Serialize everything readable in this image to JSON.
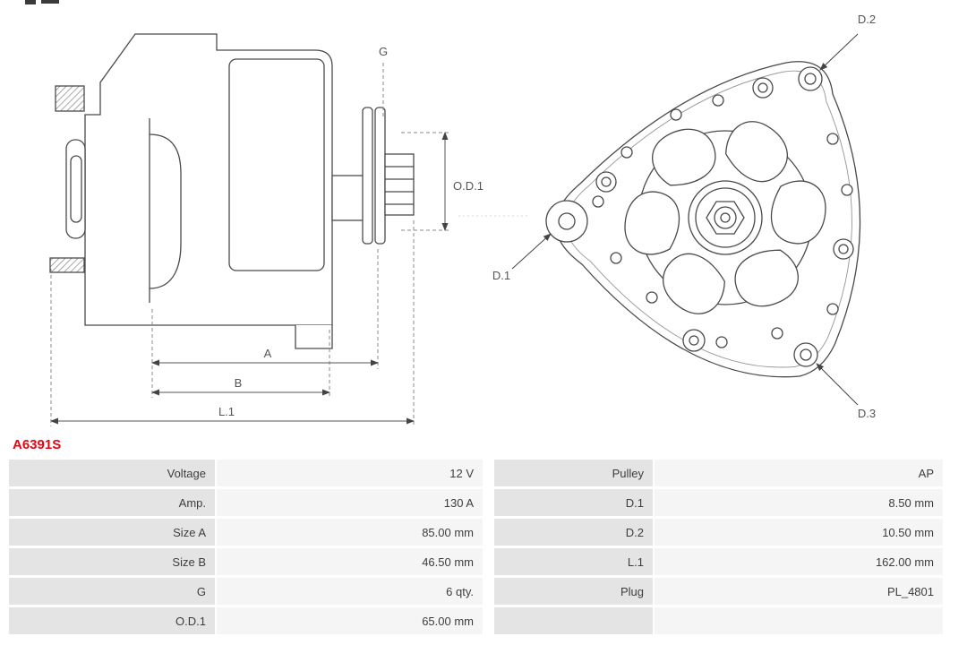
{
  "part_number": "A6391S",
  "diagram": {
    "side_view_labels": {
      "g": "G",
      "od1": "O.D.1",
      "a": "A",
      "b": "B",
      "l1": "L.1"
    },
    "front_view_labels": {
      "d1": "D.1",
      "d2": "D.2",
      "d3": "D.3"
    }
  },
  "specs": {
    "rows": [
      {
        "label_left": "Voltage",
        "value_left": "12 V",
        "label_right": "Pulley",
        "value_right": "AP"
      },
      {
        "label_left": "Amp.",
        "value_left": "130 A",
        "label_right": "D.1",
        "value_right": "8.50 mm"
      },
      {
        "label_left": "Size A",
        "value_left": "85.00 mm",
        "label_right": "D.2",
        "value_right": "10.50 mm"
      },
      {
        "label_left": "Size B",
        "value_left": "46.50 mm",
        "label_right": "L.1",
        "value_right": "162.00 mm"
      },
      {
        "label_left": "G",
        "value_left": "6 qty.",
        "label_right": "Plug",
        "value_right": "PL_4801"
      },
      {
        "label_left": "O.D.1",
        "value_left": "65.00 mm",
        "label_right": "",
        "value_right": ""
      }
    ]
  },
  "colors": {
    "part_number_red": "#e30613",
    "table_label_bg": "#e4e4e4",
    "table_value_bg": "#f5f5f5",
    "drawing_line": "#4a4a4a"
  }
}
